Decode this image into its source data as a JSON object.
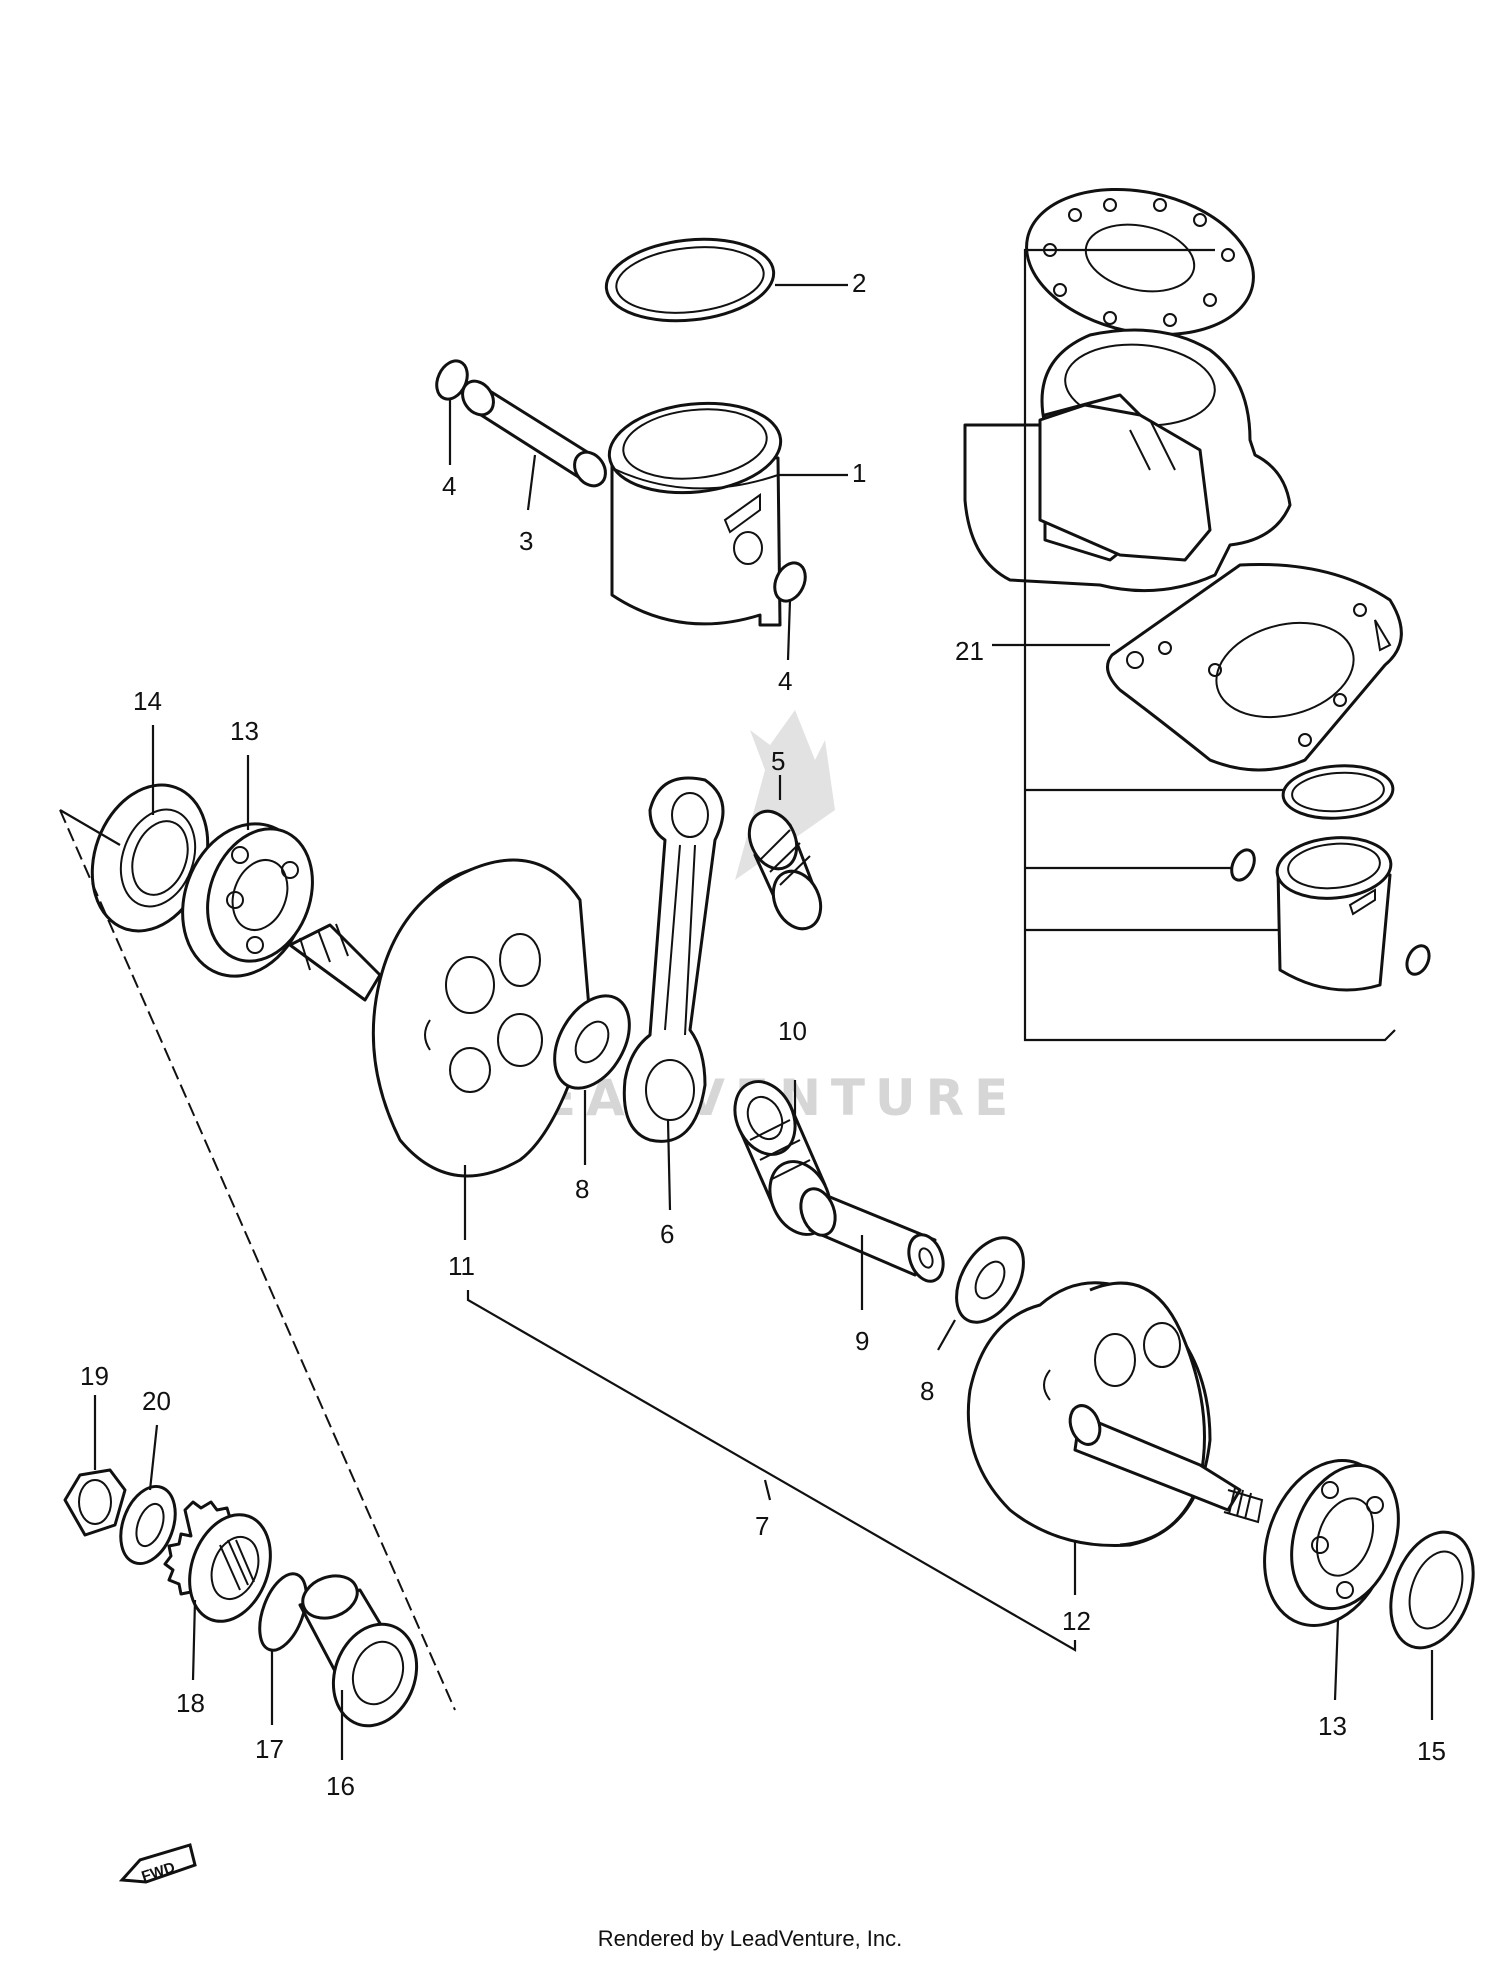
{
  "callouts": [
    {
      "id": "c1",
      "label": "1"
    },
    {
      "id": "c2",
      "label": "2"
    },
    {
      "id": "c3",
      "label": "3"
    },
    {
      "id": "c4a",
      "label": "4"
    },
    {
      "id": "c4b",
      "label": "4"
    },
    {
      "id": "c5",
      "label": "5"
    },
    {
      "id": "c6",
      "label": "6"
    },
    {
      "id": "c7",
      "label": "7"
    },
    {
      "id": "c8a",
      "label": "8"
    },
    {
      "id": "c8b",
      "label": "8"
    },
    {
      "id": "c9",
      "label": "9"
    },
    {
      "id": "c10",
      "label": "10"
    },
    {
      "id": "c11",
      "label": "11"
    },
    {
      "id": "c12",
      "label": "12"
    },
    {
      "id": "c13a",
      "label": "13"
    },
    {
      "id": "c13b",
      "label": "13"
    },
    {
      "id": "c14",
      "label": "14"
    },
    {
      "id": "c15",
      "label": "15"
    },
    {
      "id": "c16",
      "label": "16"
    },
    {
      "id": "c17",
      "label": "17"
    },
    {
      "id": "c18",
      "label": "18"
    },
    {
      "id": "c19",
      "label": "19"
    },
    {
      "id": "c20",
      "label": "20"
    },
    {
      "id": "c21",
      "label": "21"
    }
  ],
  "watermark": "LEADVENTURE",
  "direction_mark": "FWD",
  "footer": "Rendered by LeadVenture, Inc."
}
